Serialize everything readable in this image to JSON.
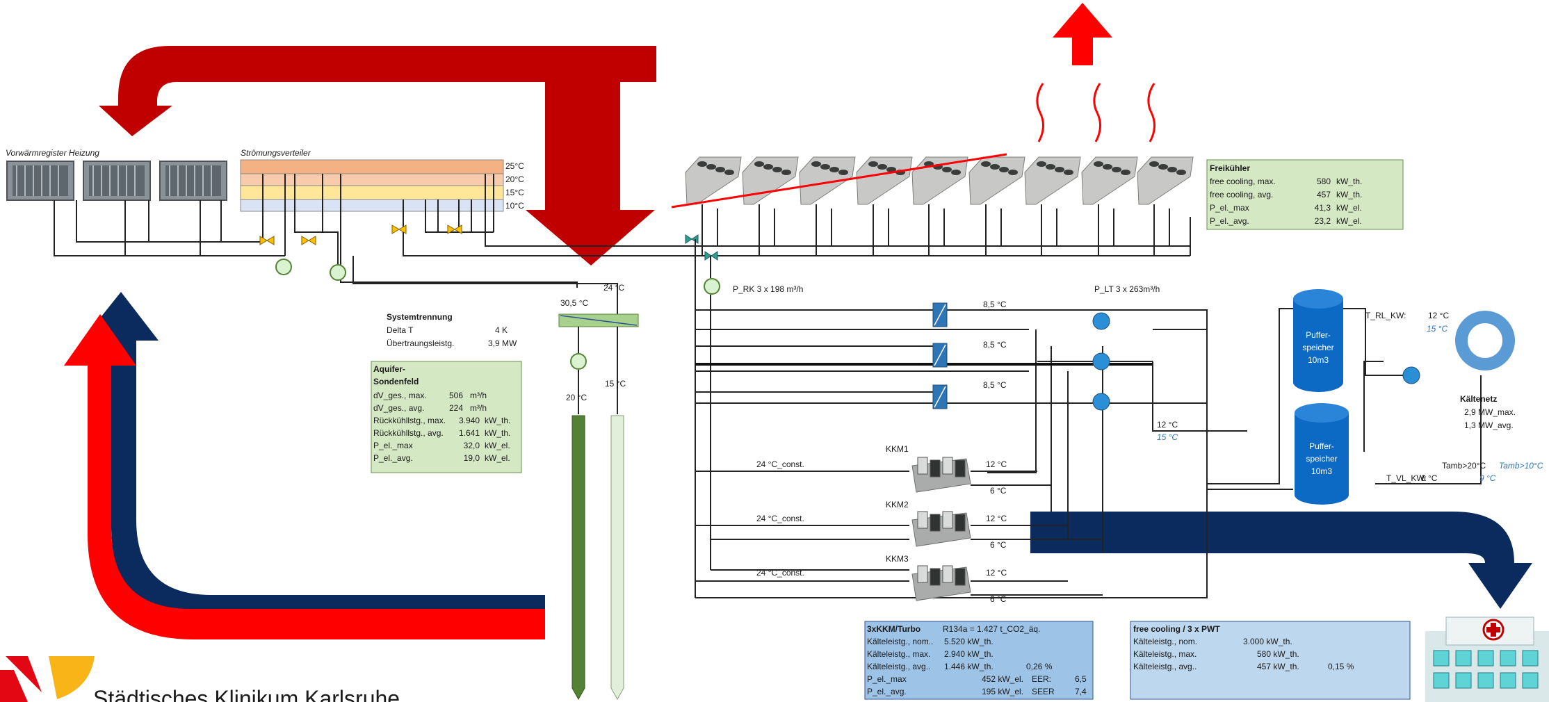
{
  "heating": {
    "register_label": "Vorwärmregister Heizung",
    "distributor_label": "Strömungsverteiler",
    "temps": [
      "25°C",
      "20°C",
      "15°C",
      "10°C"
    ]
  },
  "separation": {
    "title": "Systemtrennung",
    "rows": [
      {
        "label": "Delta T",
        "value": "4 K"
      },
      {
        "label": "Übertraungsleistg.",
        "value": "3,9 MW"
      }
    ],
    "temp_in": "30,5 °C",
    "temp_top": "24 °C",
    "temp_mid": "15 °C",
    "temp_low": "20 °C"
  },
  "aquifer": {
    "title_lines": [
      "Aquifer-",
      "Sondenfeld"
    ],
    "rows": [
      {
        "label": "dV_ges., max.",
        "value": "506",
        "unit": "m³/h"
      },
      {
        "label": "dV_ges., avg.",
        "value": "224",
        "unit": "m³/h"
      },
      {
        "label": "Rückkühllstg., max.",
        "value": "3.940",
        "unit": "kW_th."
      },
      {
        "label": "Rückkühllstg., avg.",
        "value": "1.641",
        "unit": "kW_th."
      },
      {
        "label": "P_el._max",
        "value": "32,0",
        "unit": "kW_el."
      },
      {
        "label": "P_el._avg.",
        "value": "19,0",
        "unit": "kW_el."
      }
    ]
  },
  "freecooler": {
    "title": "Freikühler",
    "rows": [
      {
        "label": "free cooling, max.",
        "value": "580",
        "unit": "kW_th."
      },
      {
        "label": "free cooling, avg.",
        "value": "457",
        "unit": "kW_th."
      },
      {
        "label": "P_el._max",
        "value": "41,3",
        "unit": "kW_el."
      },
      {
        "label": "P_el._avg.",
        "value": "23,2",
        "unit": "kW_el."
      }
    ]
  },
  "pumps": {
    "p_rk": "P_RK 3 x 198  m³/h",
    "p_lt": "P_LT 3 x 263m³/h"
  },
  "exchangers": {
    "temps": [
      "8,5 °C",
      "8,5 °C",
      "8,5 °C"
    ],
    "out_temp": "12 °C",
    "out_temp_alt": "15 °C"
  },
  "chillers": [
    {
      "name": "KKM1",
      "cond": "24 °C_const.",
      "t_high": "12 °C",
      "t_low": "6 °C"
    },
    {
      "name": "KKM2",
      "cond": "24 °C_const.",
      "t_high": "12 °C",
      "t_low": "6 °C"
    },
    {
      "name": "KKM3",
      "cond": "24 °C_const.",
      "t_high": "12 °C",
      "t_low": "6 °C"
    }
  ],
  "buffer": {
    "tank1": [
      "Puffer-",
      "speicher",
      "10m3"
    ],
    "tank2": [
      "Puffer-",
      "speicher",
      "10m3"
    ],
    "t_rl_label": "T_RL_KW:",
    "t_rl_value": "12  °C",
    "t_rl_alt": "15  °C",
    "t_vl_label": "T_VL_KW:",
    "t_vl_value": "6  °C",
    "t_vl_alt": "9  °C",
    "tamb_label": "Tamb>20°C",
    "tamb_alt": "Tamb>10°C"
  },
  "kaeltenetz": {
    "title": "Kältenetz",
    "max": "2,9  MW_max.",
    "avg": "1,3  MW_avg."
  },
  "kkm_table": {
    "title": "3xKKM/Turbo",
    "refrigerant": "R134a =    1.427   t_CO2_äq.",
    "rows": [
      {
        "label": "Kälteleistg., nom..",
        "value": "5.520  kW_th.",
        "extra": "",
        "extra_val": ""
      },
      {
        "label": "Kälteleistg., max.",
        "value": "2.940  kW_th.",
        "extra": "",
        "extra_val": ""
      },
      {
        "label": "Kälteleistg., avg..",
        "value": "1.446  kW_th.",
        "extra": "0,26  %",
        "extra_val": ""
      },
      {
        "label": "P_el._max",
        "value": "452  kW_el.",
        "extra": "EER:",
        "extra_val": "6,5"
      },
      {
        "label": "P_el._avg.",
        "value": "195  kW_el.",
        "extra": "SEER",
        "extra_val": "7,4"
      }
    ]
  },
  "pwt_table": {
    "title": "free cooling / 3 x PWT",
    "rows": [
      {
        "label": "Kälteleistg., nom.",
        "value": "3.000  kW_th.",
        "extra": ""
      },
      {
        "label": "Kälteleistg., max.",
        "value": "580  kW_th.",
        "extra": ""
      },
      {
        "label": "Kälteleistg., avg..",
        "value": "457  kW_th.",
        "extra": "0,15  %"
      }
    ]
  },
  "logo": {
    "text": "Städtisches Klinikum Karlsruhe"
  },
  "colors": {
    "arrow_red": "#c00000",
    "bright_red": "#ff0000",
    "navy": "#0b2a5e",
    "green_box": "#d5e8c4",
    "blue_box": "#9dc3e6",
    "light_blue_box": "#bdd7ee",
    "tank_blue": "#0d6ac4",
    "probe_green": "#548235",
    "probe_light": "#e2efda"
  }
}
